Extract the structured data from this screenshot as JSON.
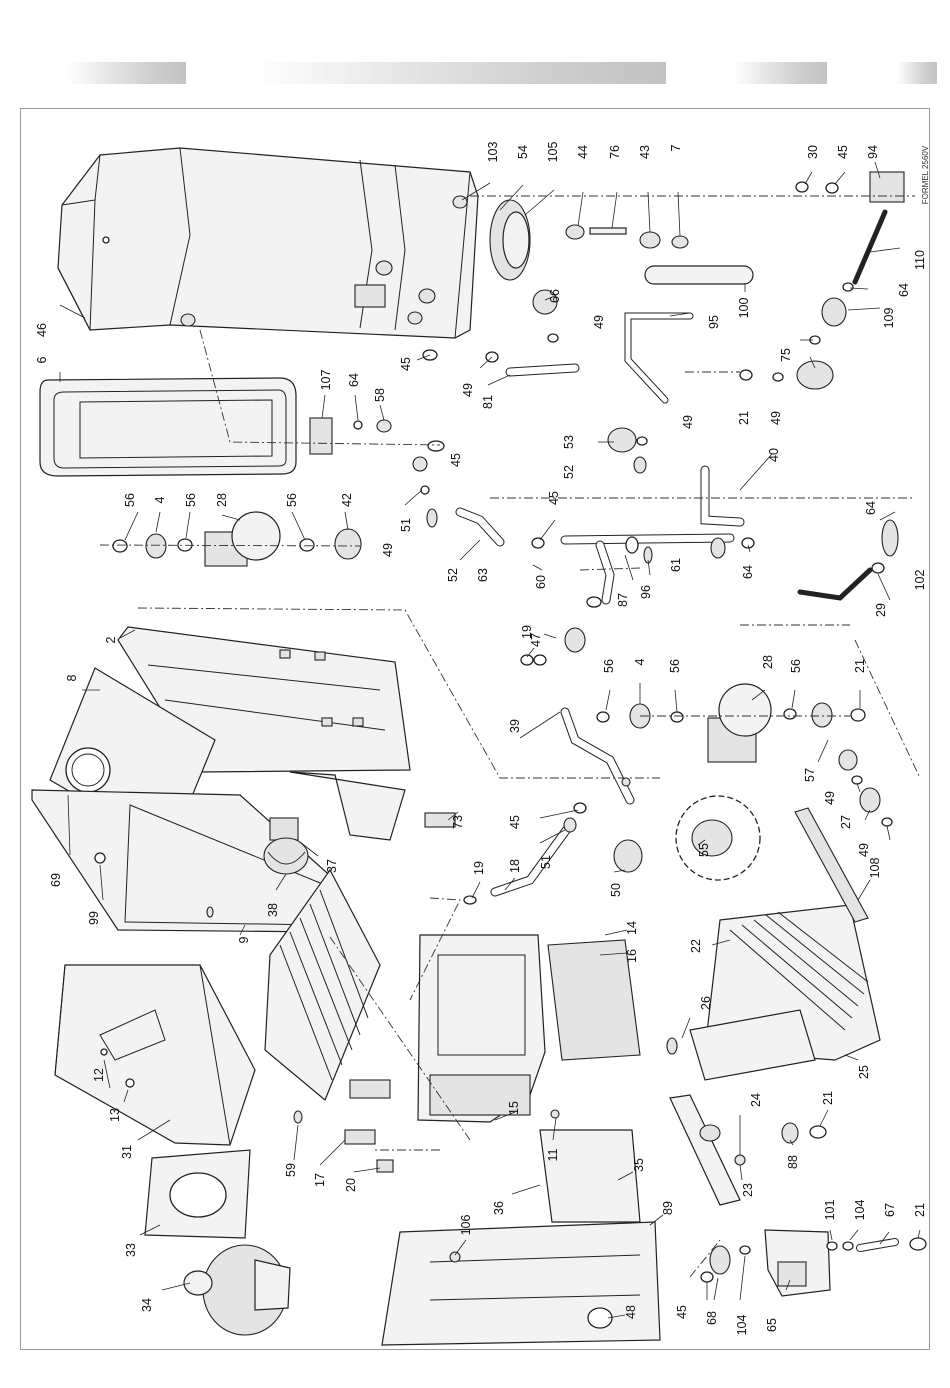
{
  "drawing_code": "FORMEL 2560V",
  "part_numbers": [
    "103",
    "54",
    "105",
    "44",
    "76",
    "43",
    "7",
    "30",
    "45",
    "94",
    "110",
    "46",
    "100",
    "66",
    "49",
    "95",
    "64",
    "109",
    "6",
    "107",
    "64",
    "58",
    "45",
    "49",
    "81",
    "75",
    "53",
    "49",
    "21",
    "49",
    "52",
    "45",
    "40",
    "56",
    "4",
    "56",
    "28",
    "56",
    "42",
    "51",
    "49",
    "52",
    "63",
    "45",
    "60",
    "87",
    "96",
    "61",
    "64",
    "64",
    "102",
    "29",
    "2",
    "8",
    "19",
    "47",
    "56",
    "4",
    "56",
    "28",
    "56",
    "21",
    "39",
    "57",
    "49",
    "27",
    "49",
    "69",
    "99",
    "37",
    "38",
    "73",
    "45",
    "51",
    "55",
    "50",
    "18",
    "19",
    "9",
    "108",
    "14",
    "16",
    "22",
    "26",
    "25",
    "24",
    "21",
    "12",
    "13",
    "31",
    "59",
    "17",
    "20",
    "15",
    "11",
    "36",
    "35",
    "23",
    "88",
    "33",
    "34",
    "106",
    "89",
    "48",
    "45",
    "68",
    "104",
    "65",
    "101",
    "104",
    "67",
    "21"
  ]
}
